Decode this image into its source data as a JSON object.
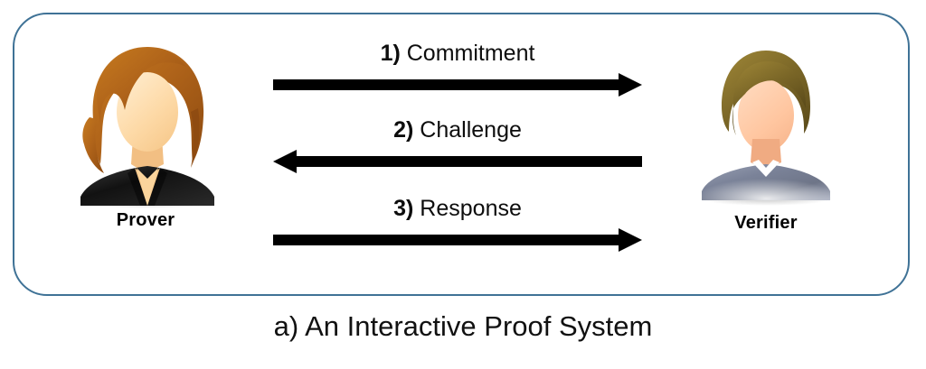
{
  "diagram": {
    "caption": "a) An Interactive Proof System",
    "frame_border_color": "#3f7296",
    "background_color": "#ffffff",
    "arrow_color": "#000000",
    "actors": [
      {
        "id": "prover",
        "label": "Prover",
        "avatar": "female-avatar-icon",
        "hair_color": "#b5651d",
        "skin_color": "#fcd7a3",
        "clothing_color": "#1a1a1a"
      },
      {
        "id": "verifier",
        "label": "Verifier",
        "avatar": "male-avatar-icon",
        "hair_color": "#7d6a2b",
        "skin_color": "#ffc9a0",
        "clothing_color": "#8b93a8"
      }
    ],
    "messages": [
      {
        "number": "1)",
        "text": "Commitment",
        "direction": "right",
        "from": "prover",
        "to": "verifier"
      },
      {
        "number": "2)",
        "text": "Challenge",
        "direction": "left",
        "from": "verifier",
        "to": "prover"
      },
      {
        "number": "3)",
        "text": "Response",
        "direction": "right",
        "from": "prover",
        "to": "verifier"
      }
    ]
  }
}
